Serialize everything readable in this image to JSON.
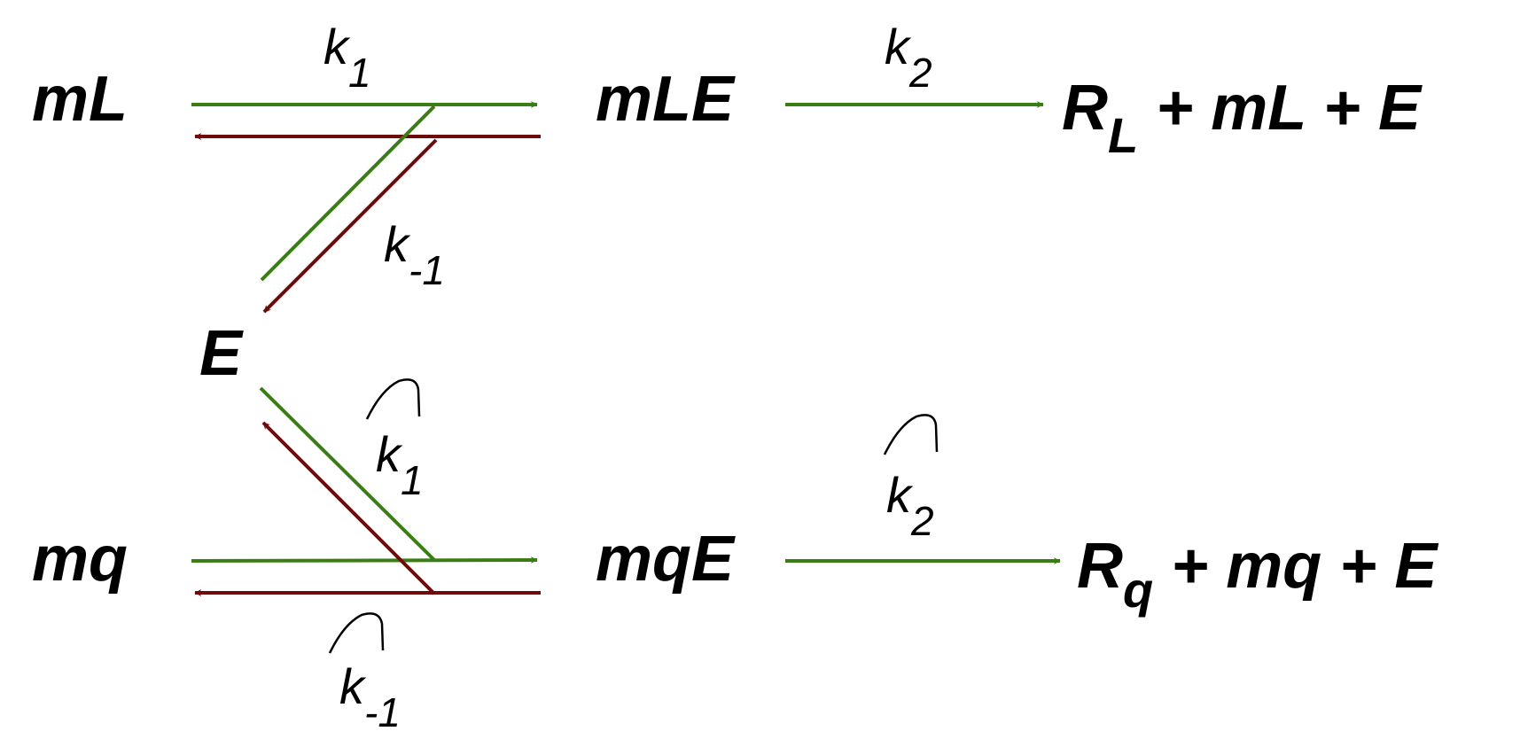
{
  "species": {
    "mL": "mL",
    "mLE": "mLE",
    "E": "E",
    "mq": "mq",
    "mqE": "mqE",
    "product_L": {
      "R": "R",
      "sub": "L",
      "rest": " + mL + E"
    },
    "product_q": {
      "R": "R",
      "sub": "q",
      "rest": " + mq + E"
    }
  },
  "rates": {
    "k1": {
      "base": "k",
      "sub": "1",
      "hat": false
    },
    "k_minus1": {
      "base": "k",
      "sub": "-1",
      "hat": false
    },
    "k2": {
      "base": "k",
      "sub": "2",
      "hat": false
    },
    "k1_hat": {
      "base": "k",
      "sub": "1",
      "hat": true
    },
    "k_minus1_hat": {
      "base": "k",
      "sub": "-1",
      "hat": true
    },
    "k2_hat": {
      "base": "k",
      "sub": "2",
      "hat": true
    }
  },
  "colors": {
    "forward": "#3a7d14",
    "reverse": "#6e0a0a"
  }
}
